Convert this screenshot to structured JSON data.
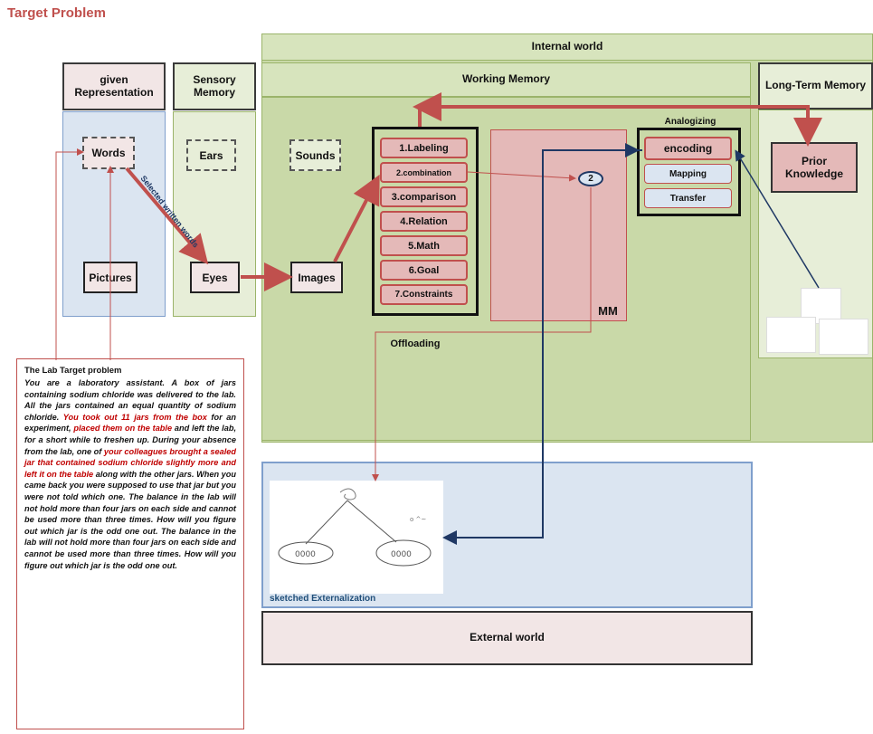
{
  "title": "Target Problem",
  "internal_world": "Internal world",
  "external_world": "External world",
  "columns": {
    "given": "given Representation",
    "sensory": "Sensory Memory",
    "working": "Working Memory",
    "longterm": "Long-Term Memory"
  },
  "nodes": {
    "words": "Words",
    "pictures": "Pictures",
    "ears": "Ears",
    "eyes": "Eyes",
    "sounds": "Sounds",
    "images": "Images",
    "mm": "MM",
    "circle": "2",
    "prior": "Prior Knowledge"
  },
  "steps": [
    "1.Labeling",
    "2.combination",
    "3.comparison",
    "4.Relation",
    "5.Math",
    "6.Goal",
    "7.Constraints"
  ],
  "analogizing": {
    "title": "Analogizing",
    "items": [
      "encoding",
      "Mapping",
      "Transfer"
    ]
  },
  "labels": {
    "arrow": "Selected written words",
    "offloading": "Offloading",
    "sketch": "sketched Externalization"
  },
  "problem": {
    "heading": "The Lab Target problem",
    "segments": [
      {
        "t": "You are a laboratory assistant. A box of jars containing sodium chloride was delivered to the lab. All the jars contained an equal quantity of sodium chloride. ",
        "red": false
      },
      {
        "t": "You took out 11 jars from the box",
        "red": true
      },
      {
        "t": " for an experiment, ",
        "red": false
      },
      {
        "t": "placed them on the table",
        "red": true
      },
      {
        "t": " and left the lab, for a short while to freshen up. During your absence from the lab, one of ",
        "red": false
      },
      {
        "t": "your colleagues brought a sealed jar that contained sodium chloride slightly more and left it on the table",
        "red": true
      },
      {
        "t": " along with the other jars. When you came back you were supposed to use that jar but you were not told which one. The balance in the lab will not hold more than four jars on each side and cannot be used more than three times. How will you figure out which jar is the odd one out. The balance in the lab will not hold more than four jars on each side and cannot be used more than three times. How will you figure out which jar is the odd one out.",
        "red": false
      }
    ]
  }
}
